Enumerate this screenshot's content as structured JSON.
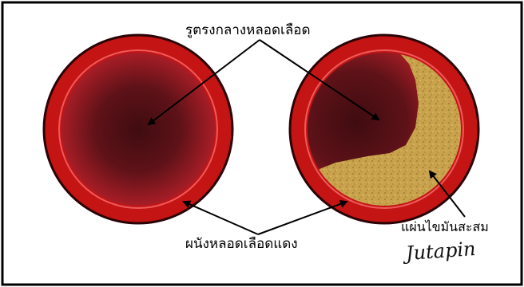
{
  "labels": {
    "lumen": "รูตรงกลางหลอดเลือด",
    "artery_wall": "ผนังหลอดเลือดแดง",
    "plaque": "แผ่นไขมันสะสม"
  },
  "signature": "Jutapin",
  "colors": {
    "artery_wall": "#c41414",
    "wall_highlight": "#ee5a5a",
    "lumen_center": "#3f0c10",
    "lumen_edge": "#a81d26",
    "plaque": "#c9a24c",
    "frame": "#000000"
  }
}
